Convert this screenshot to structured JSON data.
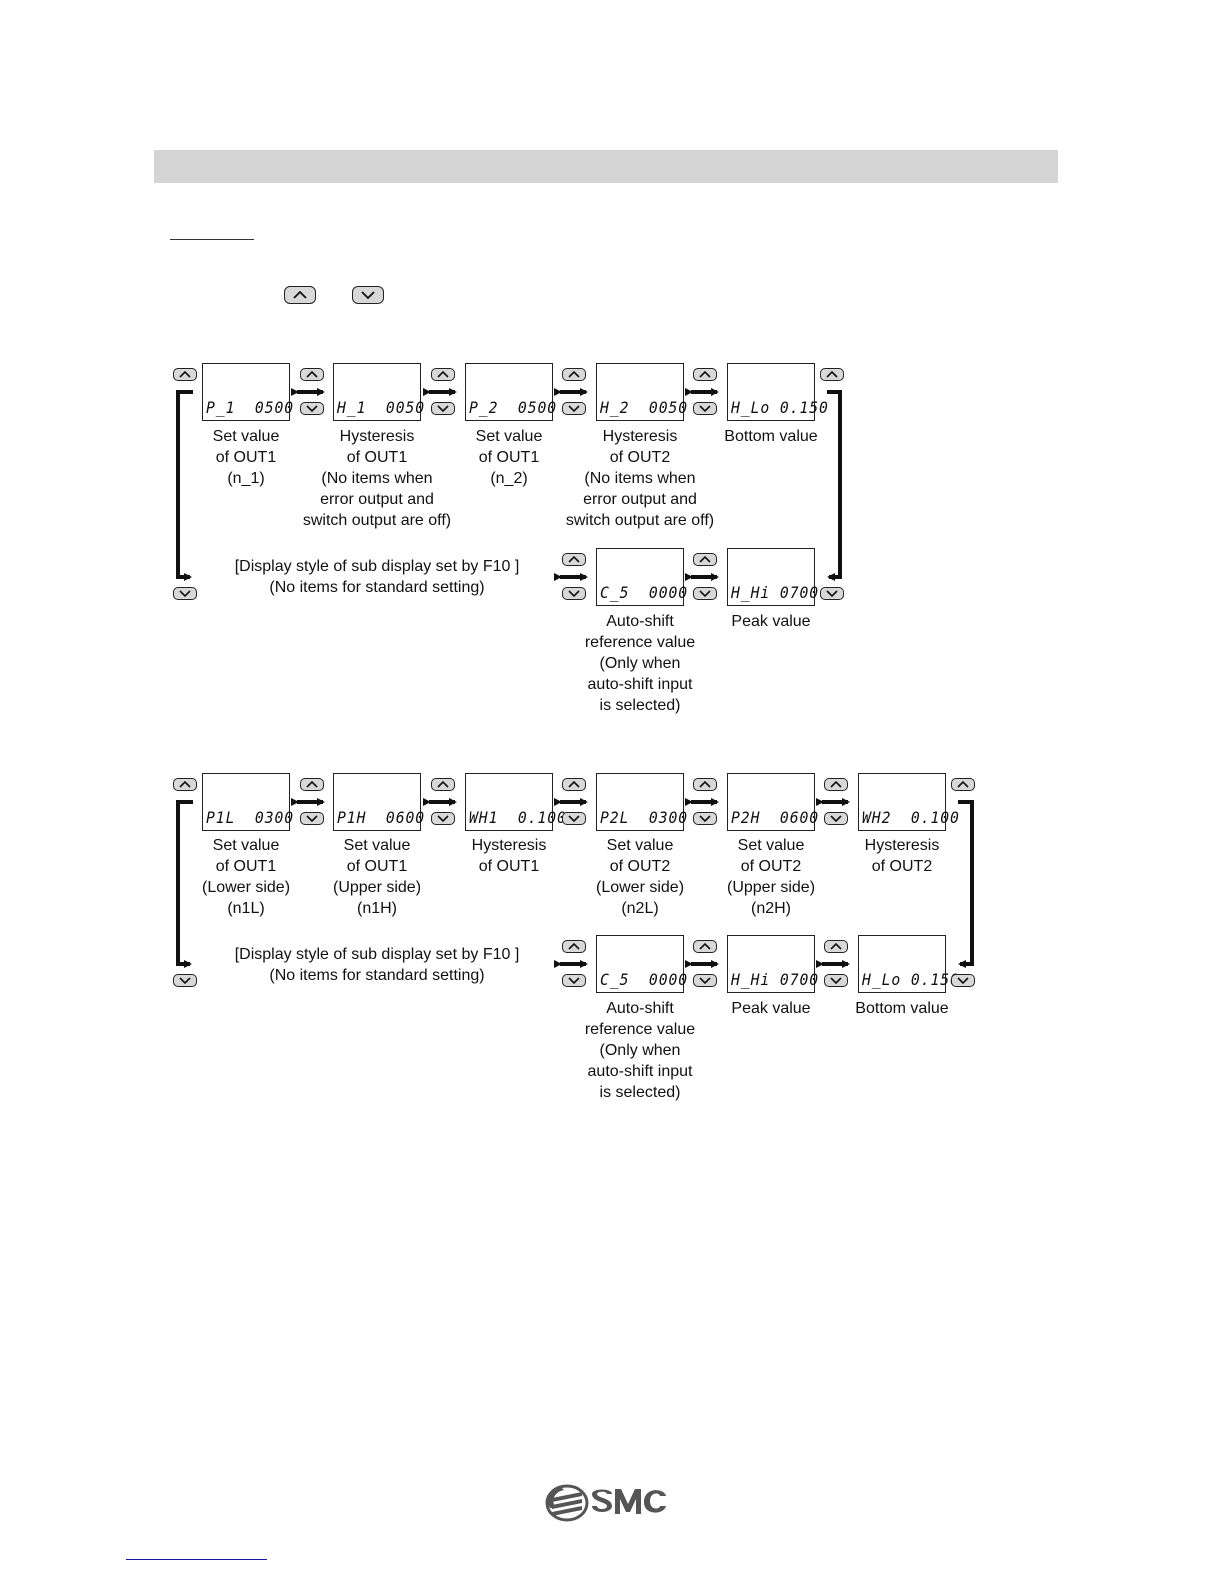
{
  "diagram1": {
    "screens": [
      {
        "code": "P_1  0500",
        "label": "Set value\nof OUT1\n(n_1)"
      },
      {
        "code": "H_1  0050",
        "label": "Hysteresis\nof OUT1\n(No items when\nerror output and\nswitch output are off)"
      },
      {
        "code": "P_2  0500",
        "label": "Set value\nof OUT1\n(n_2)"
      },
      {
        "code": "H_2  0050",
        "label": "Hysteresis\nof OUT2\n(No items when\nerror output and\nswitch output are off)"
      },
      {
        "code": "H_Lo 0.150",
        "label": "Bottom value"
      },
      {
        "code": "C_5  0000",
        "label": "Auto-shift\nreference value\n(Only when\nauto-shift input\nis selected)"
      },
      {
        "code": "H_Hi 0700",
        "label": "Peak value"
      }
    ],
    "note": "[Display style of sub display set by F10 ]\n(No items for standard setting)"
  },
  "diagram2": {
    "screens": [
      {
        "code": "P1L  0300",
        "label": "Set value\nof OUT1\n(Lower side)\n(n1L)"
      },
      {
        "code": "P1H  0600",
        "label": "Set value\nof OUT1\n(Upper side)\n(n1H)"
      },
      {
        "code": "WH1  0.100",
        "label": "Hysteresis\nof OUT1"
      },
      {
        "code": "P2L  0300",
        "label": "Set value\nof OUT2\n(Lower side)\n(n2L)"
      },
      {
        "code": "P2H  0600",
        "label": "Set value\nof OUT2\n(Upper side)\n(n2H)"
      },
      {
        "code": "WH2  0.100",
        "label": "Hysteresis\nof OUT2"
      },
      {
        "code": "C_5  0000",
        "label": "Auto-shift\nreference value\n(Only when\nauto-shift input\nis selected)"
      },
      {
        "code": "H_Hi 0700",
        "label": "Peak value"
      },
      {
        "code": "H_Lo 0.150",
        "label": "Bottom value"
      }
    ],
    "note": "[Display style of sub display set by F10 ]\n(No items for standard setting)"
  },
  "icons": {
    "up": "up-button-icon",
    "down": "down-button-icon",
    "logo": "smc-logo"
  }
}
